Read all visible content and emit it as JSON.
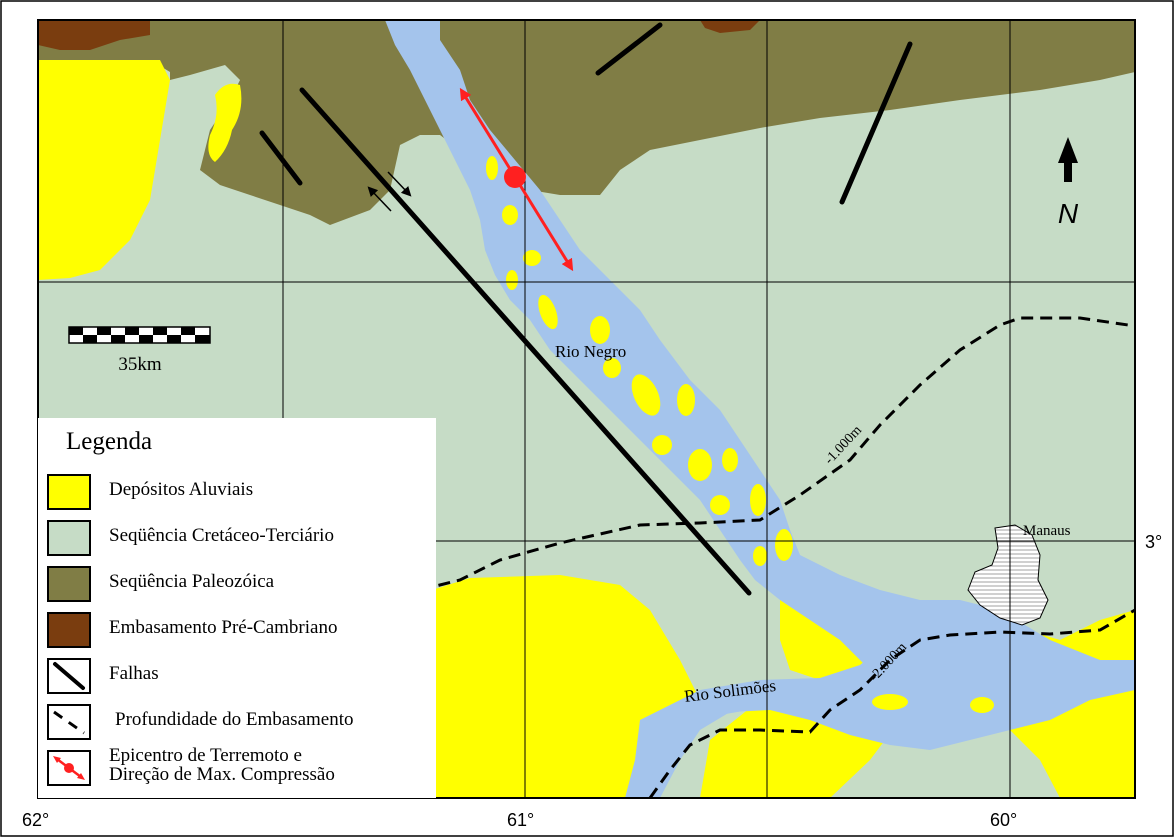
{
  "map": {
    "north_label": "N",
    "scale_label": "35km",
    "places": {
      "rio_negro": "Rio Negro",
      "rio_solimoes": "Rio Solimões",
      "manaus": "Manaus"
    },
    "contours": {
      "c1000": "-1.000m",
      "c2000": "-2.000m"
    },
    "longitude_labels": [
      "62°",
      "61°",
      "60°"
    ],
    "latitude_labels": [
      "3°"
    ],
    "colors": {
      "alluvial": "#ffff00",
      "cretaceous": "#c6dcc6",
      "paleozoic": "#807d45",
      "basement": "#7a3d0f",
      "river": "#a4c4ec",
      "fault": "#000000",
      "epicenter": "#ff2020"
    }
  },
  "legend": {
    "title": "Legenda",
    "items": [
      {
        "label": "Depósitos Aluviais",
        "icon": "alluvial-swatch"
      },
      {
        "label": "Seqüência Cretáceo-Terciário",
        "icon": "cretaceous-swatch"
      },
      {
        "label": "Seqüência Paleozóica",
        "icon": "paleozoic-swatch"
      },
      {
        "label": "Embasamento Pré-Cambriano",
        "icon": "basement-swatch"
      },
      {
        "label": "Falhas",
        "icon": "fault-line-icon"
      },
      {
        "label": "Profundidade do Embasamento",
        "icon": "dashed-contour-icon"
      },
      {
        "label_line1": "Epicentro de Terremoto e",
        "label_line2": "Direção de Max. Compressão",
        "icon": "epicenter-arrow-icon"
      }
    ]
  }
}
